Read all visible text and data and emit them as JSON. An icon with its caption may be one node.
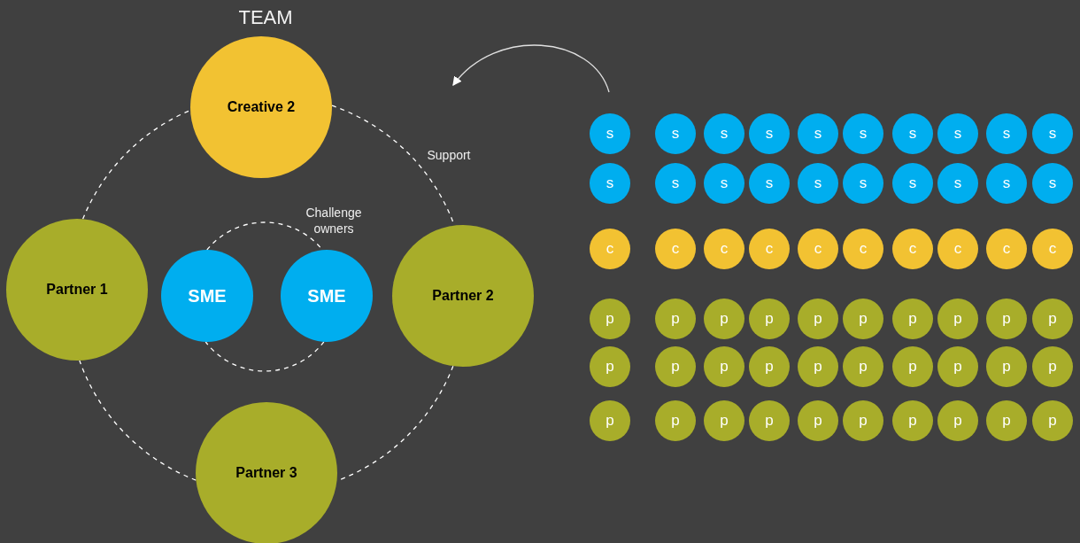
{
  "diagram": {
    "title": "TEAM",
    "nodes": [
      {
        "text": [
          "Creative 2"
        ]
      },
      {
        "text": [
          "Partner 1"
        ]
      },
      {
        "text": [
          "SME"
        ]
      },
      {
        "text": [
          "SME"
        ]
      },
      {
        "text": [
          "Partner 2"
        ]
      },
      {
        "text": [
          "Partner 3"
        ]
      },
      {
        "text": [
          "s"
        ]
      },
      {
        "text": [
          "s"
        ]
      },
      {
        "text": [
          "s"
        ]
      },
      {
        "text": [
          "s"
        ]
      },
      {
        "text": [
          "s"
        ]
      },
      {
        "text": [
          "s"
        ]
      },
      {
        "text": [
          "s"
        ]
      },
      {
        "text": [
          "s"
        ]
      },
      {
        "text": [
          "s"
        ]
      },
      {
        "text": [
          "s"
        ]
      },
      {
        "text": [
          "s"
        ]
      },
      {
        "text": [
          "s"
        ]
      },
      {
        "text": [
          "s"
        ]
      },
      {
        "text": [
          "s"
        ]
      },
      {
        "text": [
          "s"
        ]
      },
      {
        "text": [
          "s"
        ]
      },
      {
        "text": [
          "s"
        ]
      },
      {
        "text": [
          "s"
        ]
      },
      {
        "text": [
          "s"
        ]
      },
      {
        "text": [
          "s"
        ]
      },
      {
        "text": [
          "c"
        ]
      },
      {
        "text": [
          "c"
        ]
      },
      {
        "text": [
          "c"
        ]
      },
      {
        "text": [
          "c"
        ]
      },
      {
        "text": [
          "c"
        ]
      },
      {
        "text": [
          "c"
        ]
      },
      {
        "text": [
          "c"
        ]
      },
      {
        "text": [
          "c"
        ]
      },
      {
        "text": [
          "c"
        ]
      },
      {
        "text": [
          "c"
        ]
      },
      {
        "text": [
          "p"
        ]
      },
      {
        "text": [
          "p"
        ]
      },
      {
        "text": [
          "p"
        ]
      },
      {
        "text": [
          "p"
        ]
      },
      {
        "text": [
          "p"
        ]
      },
      {
        "text": [
          "p"
        ]
      },
      {
        "text": [
          "p"
        ]
      },
      {
        "text": [
          "p"
        ]
      },
      {
        "text": [
          "p"
        ]
      },
      {
        "text": [
          "p"
        ]
      },
      {
        "text": [
          "p"
        ]
      },
      {
        "text": [
          "p"
        ]
      },
      {
        "text": [
          "p"
        ]
      },
      {
        "text": [
          "p"
        ]
      },
      {
        "text": [
          "p"
        ]
      },
      {
        "text": [
          "p"
        ]
      },
      {
        "text": [
          "p"
        ]
      },
      {
        "text": [
          "p"
        ]
      },
      {
        "text": [
          "p"
        ]
      },
      {
        "text": [
          "p"
        ]
      },
      {
        "text": [
          "p"
        ]
      },
      {
        "text": [
          "p"
        ]
      },
      {
        "text": [
          "p"
        ]
      },
      {
        "text": [
          "p"
        ]
      },
      {
        "text": [
          "p"
        ]
      },
      {
        "text": [
          "p"
        ]
      },
      {
        "text": [
          "p"
        ]
      },
      {
        "text": [
          "p"
        ]
      },
      {
        "text": [
          "p"
        ]
      },
      {
        "text": [
          "p"
        ]
      }
    ],
    "edges": [
      {
        "from": 0,
        "to": 4,
        "arrow": "none",
        "style": "dashed"
      },
      {
        "from": 4,
        "to": 5,
        "arrow": "none",
        "style": "dashed"
      },
      {
        "from": 5,
        "to": 1,
        "arrow": "none",
        "style": "dashed"
      },
      {
        "from": 1,
        "to": 0,
        "arrow": "none",
        "style": "dashed"
      },
      {
        "from": 2,
        "to": 3,
        "arrow": "none",
        "style": "dashed"
      },
      {
        "from": 3,
        "to": 2,
        "arrow": "none",
        "style": "dashed"
      }
    ],
    "labels": [
      "Support",
      "Challenge owners"
    ]
  }
}
